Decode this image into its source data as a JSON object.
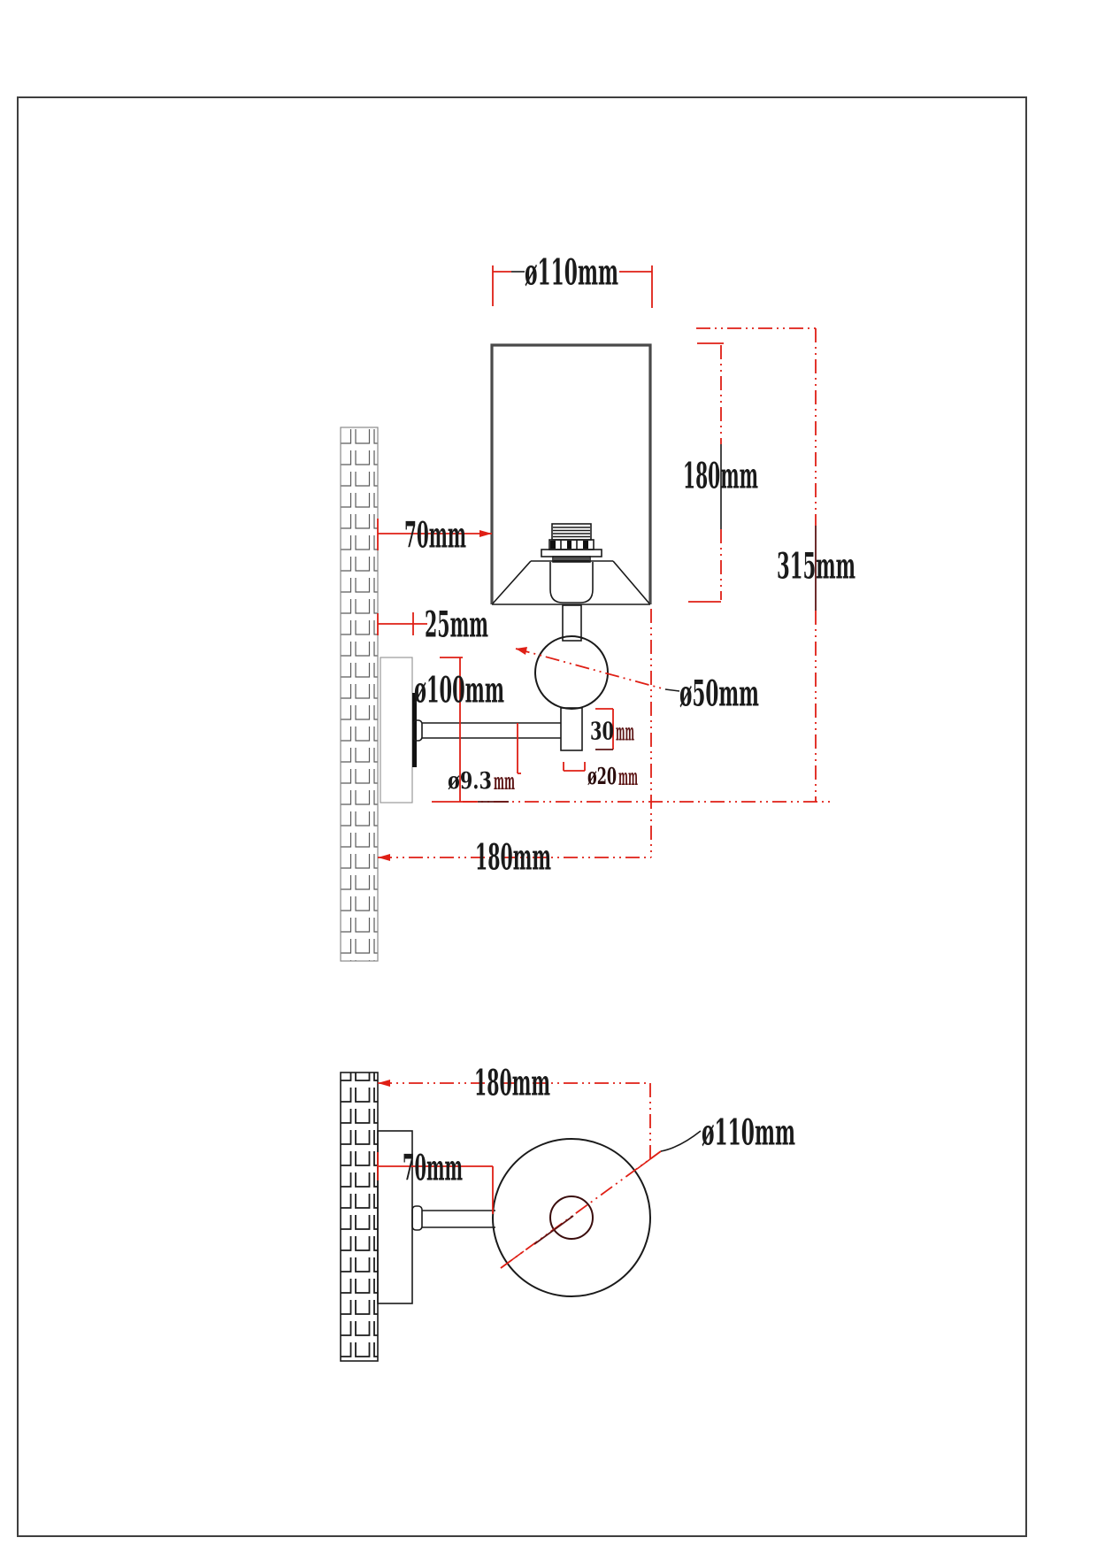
{
  "drawing": {
    "colors": {
      "dimension_red": "#df1f15",
      "dimension_dark_red": "#5c1414",
      "line_black": "#1a1a1a",
      "shade_gray": "#4a4a4a",
      "border_gray": "#3f3f3f"
    },
    "side_view": {
      "shade_diameter": "ø110mm",
      "arm_length": "70mm",
      "backplate_offset": "25mm",
      "backplate_diameter": "ø100mm",
      "shade_height": "180mm",
      "overall_height": "315mm",
      "ball_diameter": "ø50mm",
      "stem_height_num": "30",
      "stem_height_unit": "mm",
      "stem_diameter_num": "ø20",
      "stem_diameter_unit": "mm",
      "arm_tube_diameter_num": "ø9.3",
      "arm_tube_diameter_unit": "mm",
      "overall_depth": "180mm"
    },
    "plan_view": {
      "overall_depth": "180mm",
      "shade_diameter": "ø110mm",
      "arm_length": "70mm"
    }
  }
}
